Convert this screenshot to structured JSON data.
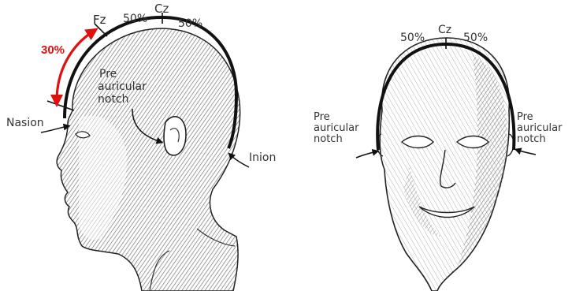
{
  "side_view": {
    "fz": "Fz",
    "cz": "Cz",
    "pct_left": "50%",
    "pct_right": "50%",
    "pct_red": "30%",
    "pre": "Pre",
    "auricular": "auricular",
    "notch": "notch",
    "nasion": "Nasion",
    "inion": "Inion"
  },
  "front_view": {
    "cz": "Cz",
    "pct_left": "50%",
    "pct_right": "50%",
    "left_pre": "Pre",
    "left_auricular": "auricular",
    "left_notch": "notch",
    "right_pre": "Pre",
    "right_auricular": "auricular",
    "right_notch": "notch"
  },
  "colors": {
    "accent": "#e01010",
    "ink": "#111111"
  }
}
